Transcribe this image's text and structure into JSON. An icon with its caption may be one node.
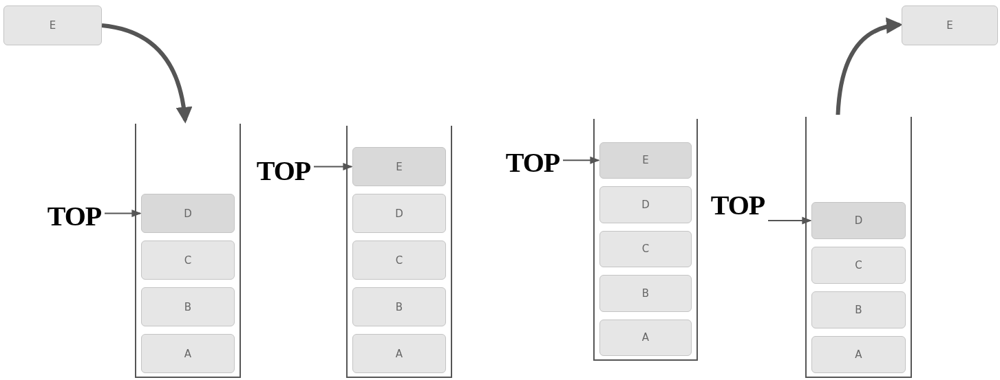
{
  "diagram": {
    "nodes": [
      {
        "text": [
          "E"
        ]
      },
      {
        "text": [],
        "shape": "box"
      },
      {
        "text": [
          "D"
        ],
        "in": 1
      },
      {
        "text": [
          "C"
        ],
        "in": 1
      },
      {
        "text": [
          "B"
        ],
        "in": 1
      },
      {
        "text": [
          "A"
        ],
        "in": 1
      },
      {
        "text": [
          "TOP"
        ]
      },
      {
        "text": [],
        "shape": "box"
      },
      {
        "text": [
          "E"
        ],
        "in": 7
      },
      {
        "text": [
          "D"
        ],
        "in": 7
      },
      {
        "text": [
          "C"
        ],
        "in": 7
      },
      {
        "text": [
          "B"
        ],
        "in": 7
      },
      {
        "text": [
          "A"
        ],
        "in": 7
      },
      {
        "text": [
          "TOP"
        ]
      },
      {
        "text": [],
        "shape": "box"
      },
      {
        "text": [
          "E"
        ],
        "in": 14
      },
      {
        "text": [
          "D"
        ],
        "in": 14
      },
      {
        "text": [
          "C"
        ],
        "in": 14
      },
      {
        "text": [
          "B"
        ],
        "in": 14
      },
      {
        "text": [
          "A"
        ],
        "in": 14
      },
      {
        "text": [
          "TOP"
        ]
      },
      {
        "text": [],
        "shape": "box"
      },
      {
        "text": [
          "D"
        ],
        "in": 21
      },
      {
        "text": [
          "C"
        ],
        "in": 21
      },
      {
        "text": [
          "B"
        ],
        "in": 21
      },
      {
        "text": [
          "A"
        ],
        "in": 21
      },
      {
        "text": [
          "TOP"
        ]
      },
      {
        "text": [
          "E"
        ]
      }
    ],
    "edges": [
      {
        "from": 0,
        "to": 1,
        "arrow": "to",
        "style": "thick"
      },
      {
        "from": 6,
        "to": 2,
        "arrow": "to"
      },
      {
        "from": 13,
        "to": 8,
        "arrow": "to"
      },
      {
        "from": 20,
        "to": 15,
        "arrow": "to"
      },
      {
        "from": 26,
        "to": 22,
        "arrow": "to"
      },
      {
        "from": 21,
        "to": 27,
        "arrow": "to",
        "style": "thick"
      }
    ]
  }
}
